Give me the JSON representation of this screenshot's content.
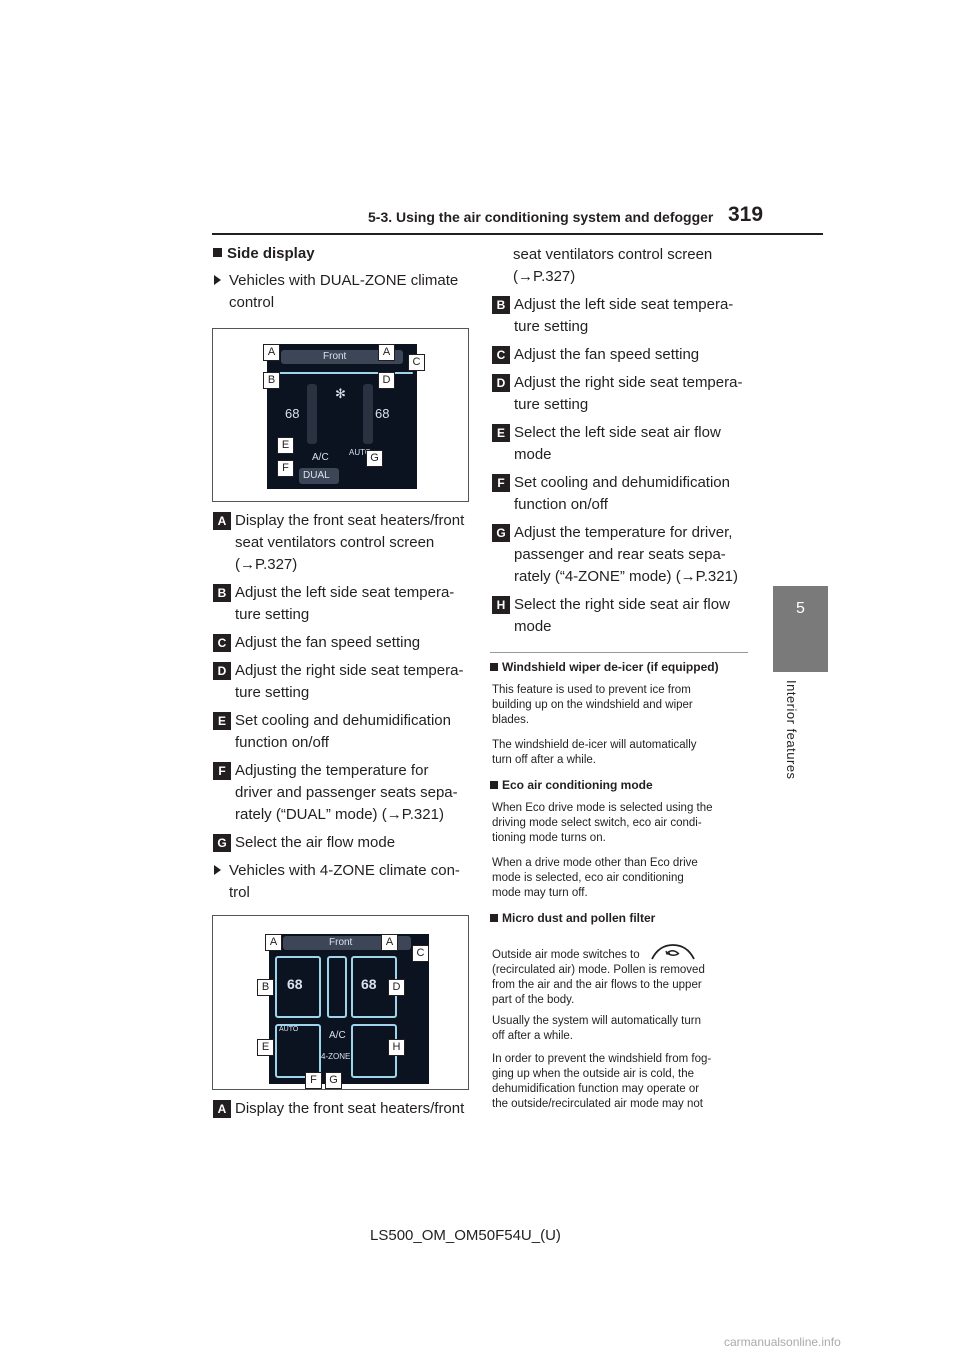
{
  "header": {
    "section_title": "5-3. Using the air conditioning system and defogger",
    "page_number": "319"
  },
  "side_tab": {
    "chapter_number": "5",
    "chapter_label": "Interior features"
  },
  "left_column": {
    "subheading": "Side display",
    "vehicle_dual": "Vehicles with DUAL-ZONE climate control",
    "figure1": {
      "screen_title": "Front",
      "temp_left": "68",
      "temp_right": "68",
      "ac_label": "A/C",
      "auto_label": "AUTO",
      "dual_label": "DUAL",
      "callouts": [
        "A",
        "A",
        "B",
        "C",
        "D",
        "E",
        "F",
        "G"
      ]
    },
    "dual_items": [
      {
        "letter": "A",
        "text_lines": [
          "Display the front seat heaters/front",
          "seat ventilators control screen",
          "(→P.327)"
        ]
      },
      {
        "letter": "B",
        "text_lines": [
          "Adjust the left side seat tempera-",
          "ture setting"
        ]
      },
      {
        "letter": "C",
        "text_lines": [
          "Adjust the fan speed setting"
        ]
      },
      {
        "letter": "D",
        "text_lines": [
          "Adjust the right side seat tempera-",
          "ture setting"
        ]
      },
      {
        "letter": "E",
        "text_lines": [
          "Set cooling and dehumidification",
          "function on/off"
        ]
      },
      {
        "letter": "F",
        "text_lines": [
          "Adjusting the temperature for",
          "driver and passenger seats sepa-",
          "rately (“DUAL” mode) (→P.321)"
        ]
      },
      {
        "letter": "G",
        "text_lines": [
          "Select the air flow mode"
        ]
      }
    ],
    "vehicle_4zone": "Vehicles with 4-ZONE climate con- trol",
    "figure2": {
      "screen_title": "Front",
      "temp_left": "68",
      "temp_right": "68",
      "ac_label": "A/C",
      "auto_label": "AUTO",
      "zone_label": "4-ZONE",
      "callouts": [
        "A",
        "A",
        "B",
        "C",
        "D",
        "E",
        "F",
        "G",
        "H"
      ]
    },
    "last_item": {
      "letter": "A",
      "text": "Display the front seat heaters/front"
    }
  },
  "right_column": {
    "cont_lines": [
      "seat ventilators control screen",
      "(→P.327)"
    ],
    "items": [
      {
        "letter": "B",
        "text_lines": [
          "Adjust the left side seat tempera-",
          "ture setting"
        ]
      },
      {
        "letter": "C",
        "text_lines": [
          "Adjust the fan speed setting"
        ]
      },
      {
        "letter": "D",
        "text_lines": [
          "Adjust the right side seat tempera-",
          "ture setting"
        ]
      },
      {
        "letter": "E",
        "text_lines": [
          "Select the left side seat air flow",
          "mode"
        ]
      },
      {
        "letter": "F",
        "text_lines": [
          "Set cooling and dehumidification",
          "function on/off"
        ]
      },
      {
        "letter": "G",
        "text_lines": [
          "Adjust the temperature for driver,",
          "passenger and rear seats sepa-",
          "rately (“4-ZONE” mode) (→P.321)"
        ]
      },
      {
        "letter": "H",
        "text_lines": [
          "Select the right side seat air flow",
          "mode"
        ]
      }
    ],
    "notes": [
      {
        "heading": "Windshield wiper de-icer (if equipped)",
        "paras": [
          [
            "This feature is used to prevent ice from",
            "building up on the windshield and wiper",
            "blades."
          ],
          [
            "The windshield de-icer will automatically",
            "turn off after a while."
          ]
        ]
      },
      {
        "heading": "Eco air conditioning mode",
        "paras": [
          [
            "When Eco drive mode is selected using the",
            "driving mode select switch, eco air condi-",
            "tioning mode turns on."
          ],
          [
            "When a drive mode other than Eco drive",
            "mode is selected, eco air conditioning",
            "mode may turn off."
          ]
        ]
      },
      {
        "heading": "Micro dust and pollen filter",
        "paras": [
          [
            "Outside air mode switches to",
            "(recirculated air) mode. Pollen is removed",
            "from the air and the air flows to the upper",
            "part of the body."
          ],
          [
            "Usually the system will automatically turn",
            "off after a while."
          ],
          [
            "In order to prevent the windshield from fog-",
            "ging up when the outside air is cold, the",
            "dehumidification function may operate or",
            "the outside/recirculated air mode may not"
          ]
        ]
      }
    ]
  },
  "footer": {
    "doc_code": "LS500_OM_OM50F54U_(U)",
    "watermark": "carmanualsonline.info"
  }
}
